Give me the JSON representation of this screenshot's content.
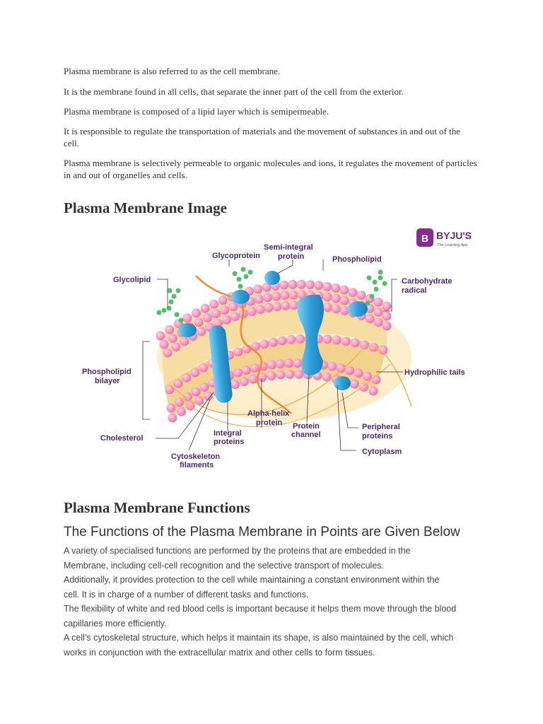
{
  "intro": {
    "p1": "Plasma membrane is also referred to as the cell membrane.",
    "p2": "It is the membrane found in all cells, that separate the inner part of the cell from the exterior.",
    "p3": "Plasma membrane is composed of a lipid layer which is semipermeable.",
    "p4": " It is responsible to regulate the transportation of materials and the movement of substances in and out of the cell.",
    "p5": "Plasma membrane is selectively permeable to organic molecules and ions, it regulates the movement of particles in and out of organelles and cells."
  },
  "image_heading": "Plasma Membrane Image",
  "figure": {
    "logo_text": "BYJU'S",
    "logo_sub": "The Learning App",
    "labels": {
      "glycolipid": "Glycolipid",
      "glycoprotein": "Glycoprotein",
      "semi_integral_1": "Semi-integral",
      "semi_integral_2": "protein",
      "phospholipid": "Phospholipid",
      "carbohydrate_1": "Carbohydrate",
      "carbohydrate_2": "radical",
      "bilayer_1": "Phospholipid",
      "bilayer_2": "bilayer",
      "hydrophilic": "Hydrophilic tails",
      "cholesterol": "Cholesterol",
      "integral_1": "Integral",
      "integral_2": "proteins",
      "alpha_1": "Alpha-helix",
      "alpha_2": "protein",
      "channel_1": "Protein",
      "channel_2": "channel",
      "peripheral_1": "Peripheral",
      "peripheral_2": "proteins",
      "cytoplasm": "Cytoplasm",
      "cytoskeleton_1": "Cytoskeleton",
      "cytoskeleton_2": "filaments"
    },
    "colors": {
      "head": "#f48fb8",
      "protein": "#3aa6dd",
      "tail": "#f6dca0",
      "chain": "#4fbf6a",
      "label": "#4a2a6a",
      "logo": "#8a2b8f"
    }
  },
  "functions_heading": "Plasma Membrane Functions",
  "points_heading": "The Functions of the Plasma Membrane in Points are Given Below",
  "functions": {
    "l1": "A variety of specialised functions are performed by the proteins that are embedded in the",
    "l2": "Membrane, including cell-cell recognition and the selective transport of molecules.",
    "l3": "Additionally, it provides protection to the cell while maintaining a constant environment within the",
    "l4": "cell. It is in charge of a number of different tasks and functions.",
    "l5": "The flexibility of white and red blood cells is important because it helps them move through the blood",
    "l6": "capillaries more efficiently.",
    "l7": "A cell’s cytoskeletal structure, which helps it maintain its shape, is also maintained by the cell, which",
    "l8": "works in conjunction with the extracellular matrix and other cells to form tissues."
  }
}
